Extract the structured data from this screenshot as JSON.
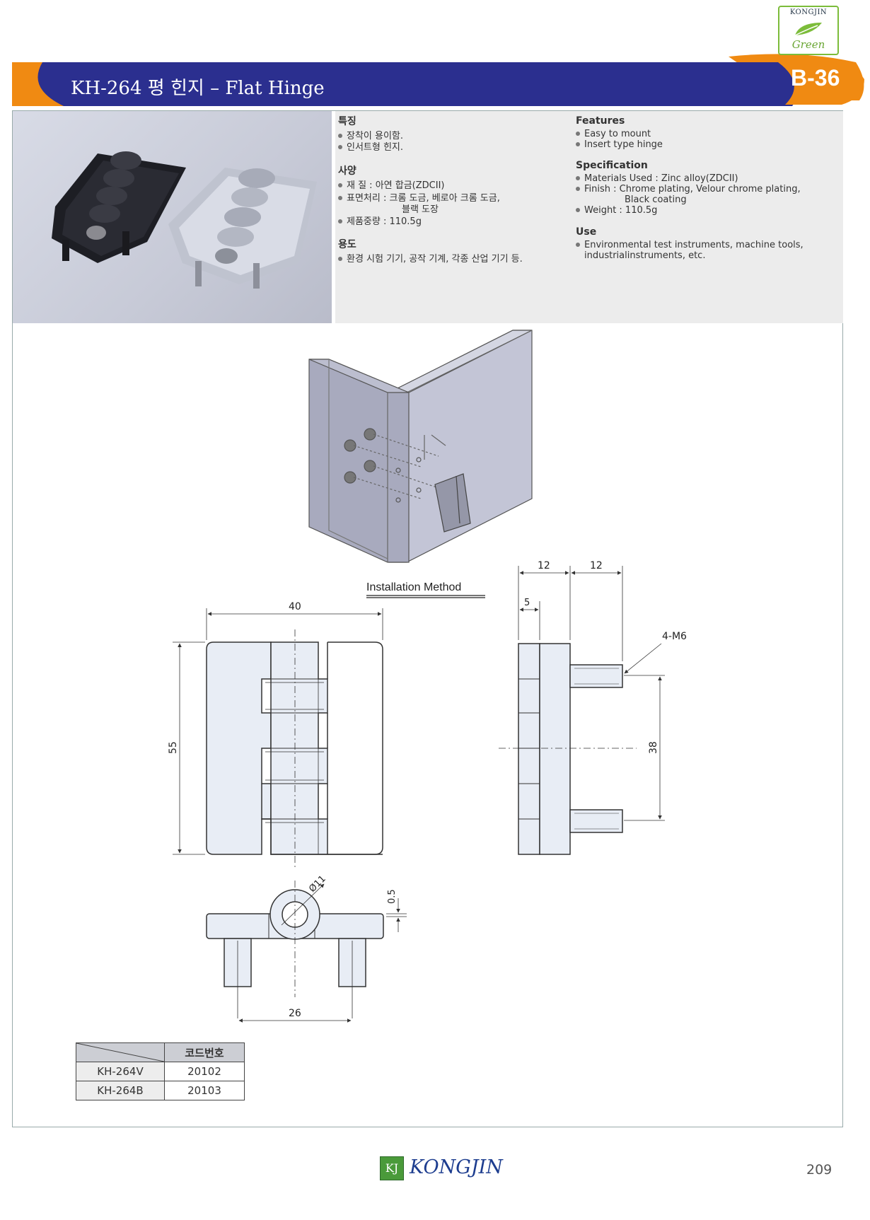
{
  "header": {
    "logo_top": "KONGJIN",
    "logo_bottom": "Green",
    "title": "KH-264 평 힌지 – Flat Hinge",
    "page_code": "B-36",
    "colors": {
      "band": "#2b2f8f",
      "accent": "#f08a12"
    }
  },
  "korean_spec": {
    "features_title": "특징",
    "features": [
      "장착이 용이함.",
      "인서트형 힌지."
    ],
    "spec_title": "사양",
    "spec": [
      "재      질 : 아연 합금(ZDCII)",
      "표면처리 : 크롬 도금, 베로아 크롬 도금,",
      "블랙 도장",
      "제품중량 : 110.5g"
    ],
    "use_title": "용도",
    "use": [
      "환경 시험 기기, 공작 기계, 각종 산업 기기 등."
    ]
  },
  "english_spec": {
    "features_title": "Features",
    "features": [
      "Easy to mount",
      "Insert type hinge"
    ],
    "spec_title": "Specification",
    "spec": [
      "Materials Used : Zinc alloy(ZDCII)",
      "Finish : Chrome plating, Velour chrome plating,",
      "Black coating",
      "Weight : 110.5g"
    ],
    "use_title": "Use",
    "use": [
      "Environmental test instruments, machine tools,",
      "industrialinstruments, etc."
    ]
  },
  "installation_label": "Installation Method",
  "dimensions": {
    "width": "40",
    "height": "55",
    "side_12a": "12",
    "side_12b": "12",
    "side_5": "5",
    "thread": "4-M6",
    "pitch": "38",
    "bore": "Ø11",
    "offset": "0.5",
    "pin_span": "26"
  },
  "code_table": {
    "header": "코드번호",
    "rows": [
      {
        "model": "KH-264V",
        "code": "20102"
      },
      {
        "model": "KH-264B",
        "code": "20103"
      }
    ]
  },
  "footer": {
    "logo_mark": "KJ",
    "brand": "KONGJIN",
    "page_number": "209"
  }
}
